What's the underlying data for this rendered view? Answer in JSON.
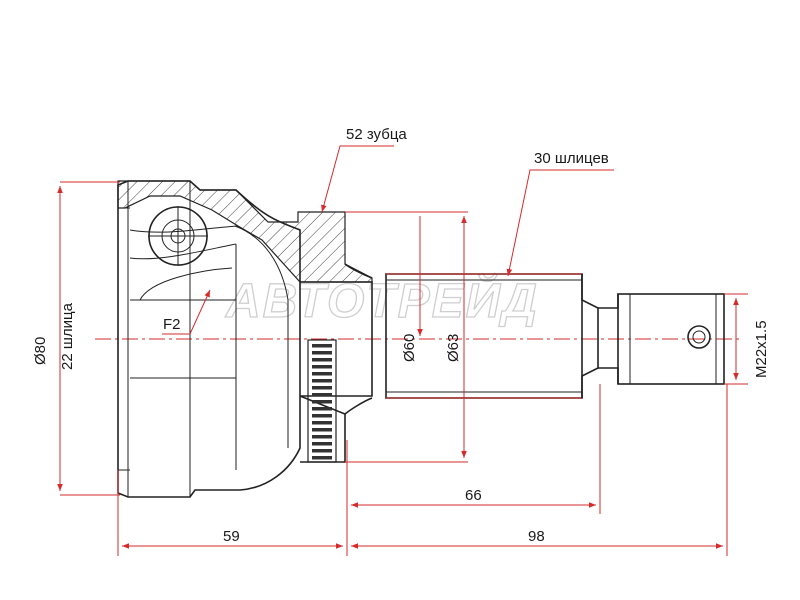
{
  "labels": {
    "teeth": "52 зубца",
    "splines_out": "30 шлицев",
    "outer_diameter": "Ø80",
    "inner_splines": "22 шлица",
    "d60": "Ø60",
    "d63": "Ø63",
    "thread": "M22x1.5",
    "f2": "F2",
    "len_66": "66",
    "len_59": "59",
    "len_98": "98"
  },
  "watermark": "АВТОТРЕЙД",
  "colors": {
    "dimension": "#d62b2b",
    "outline": "#222222"
  }
}
